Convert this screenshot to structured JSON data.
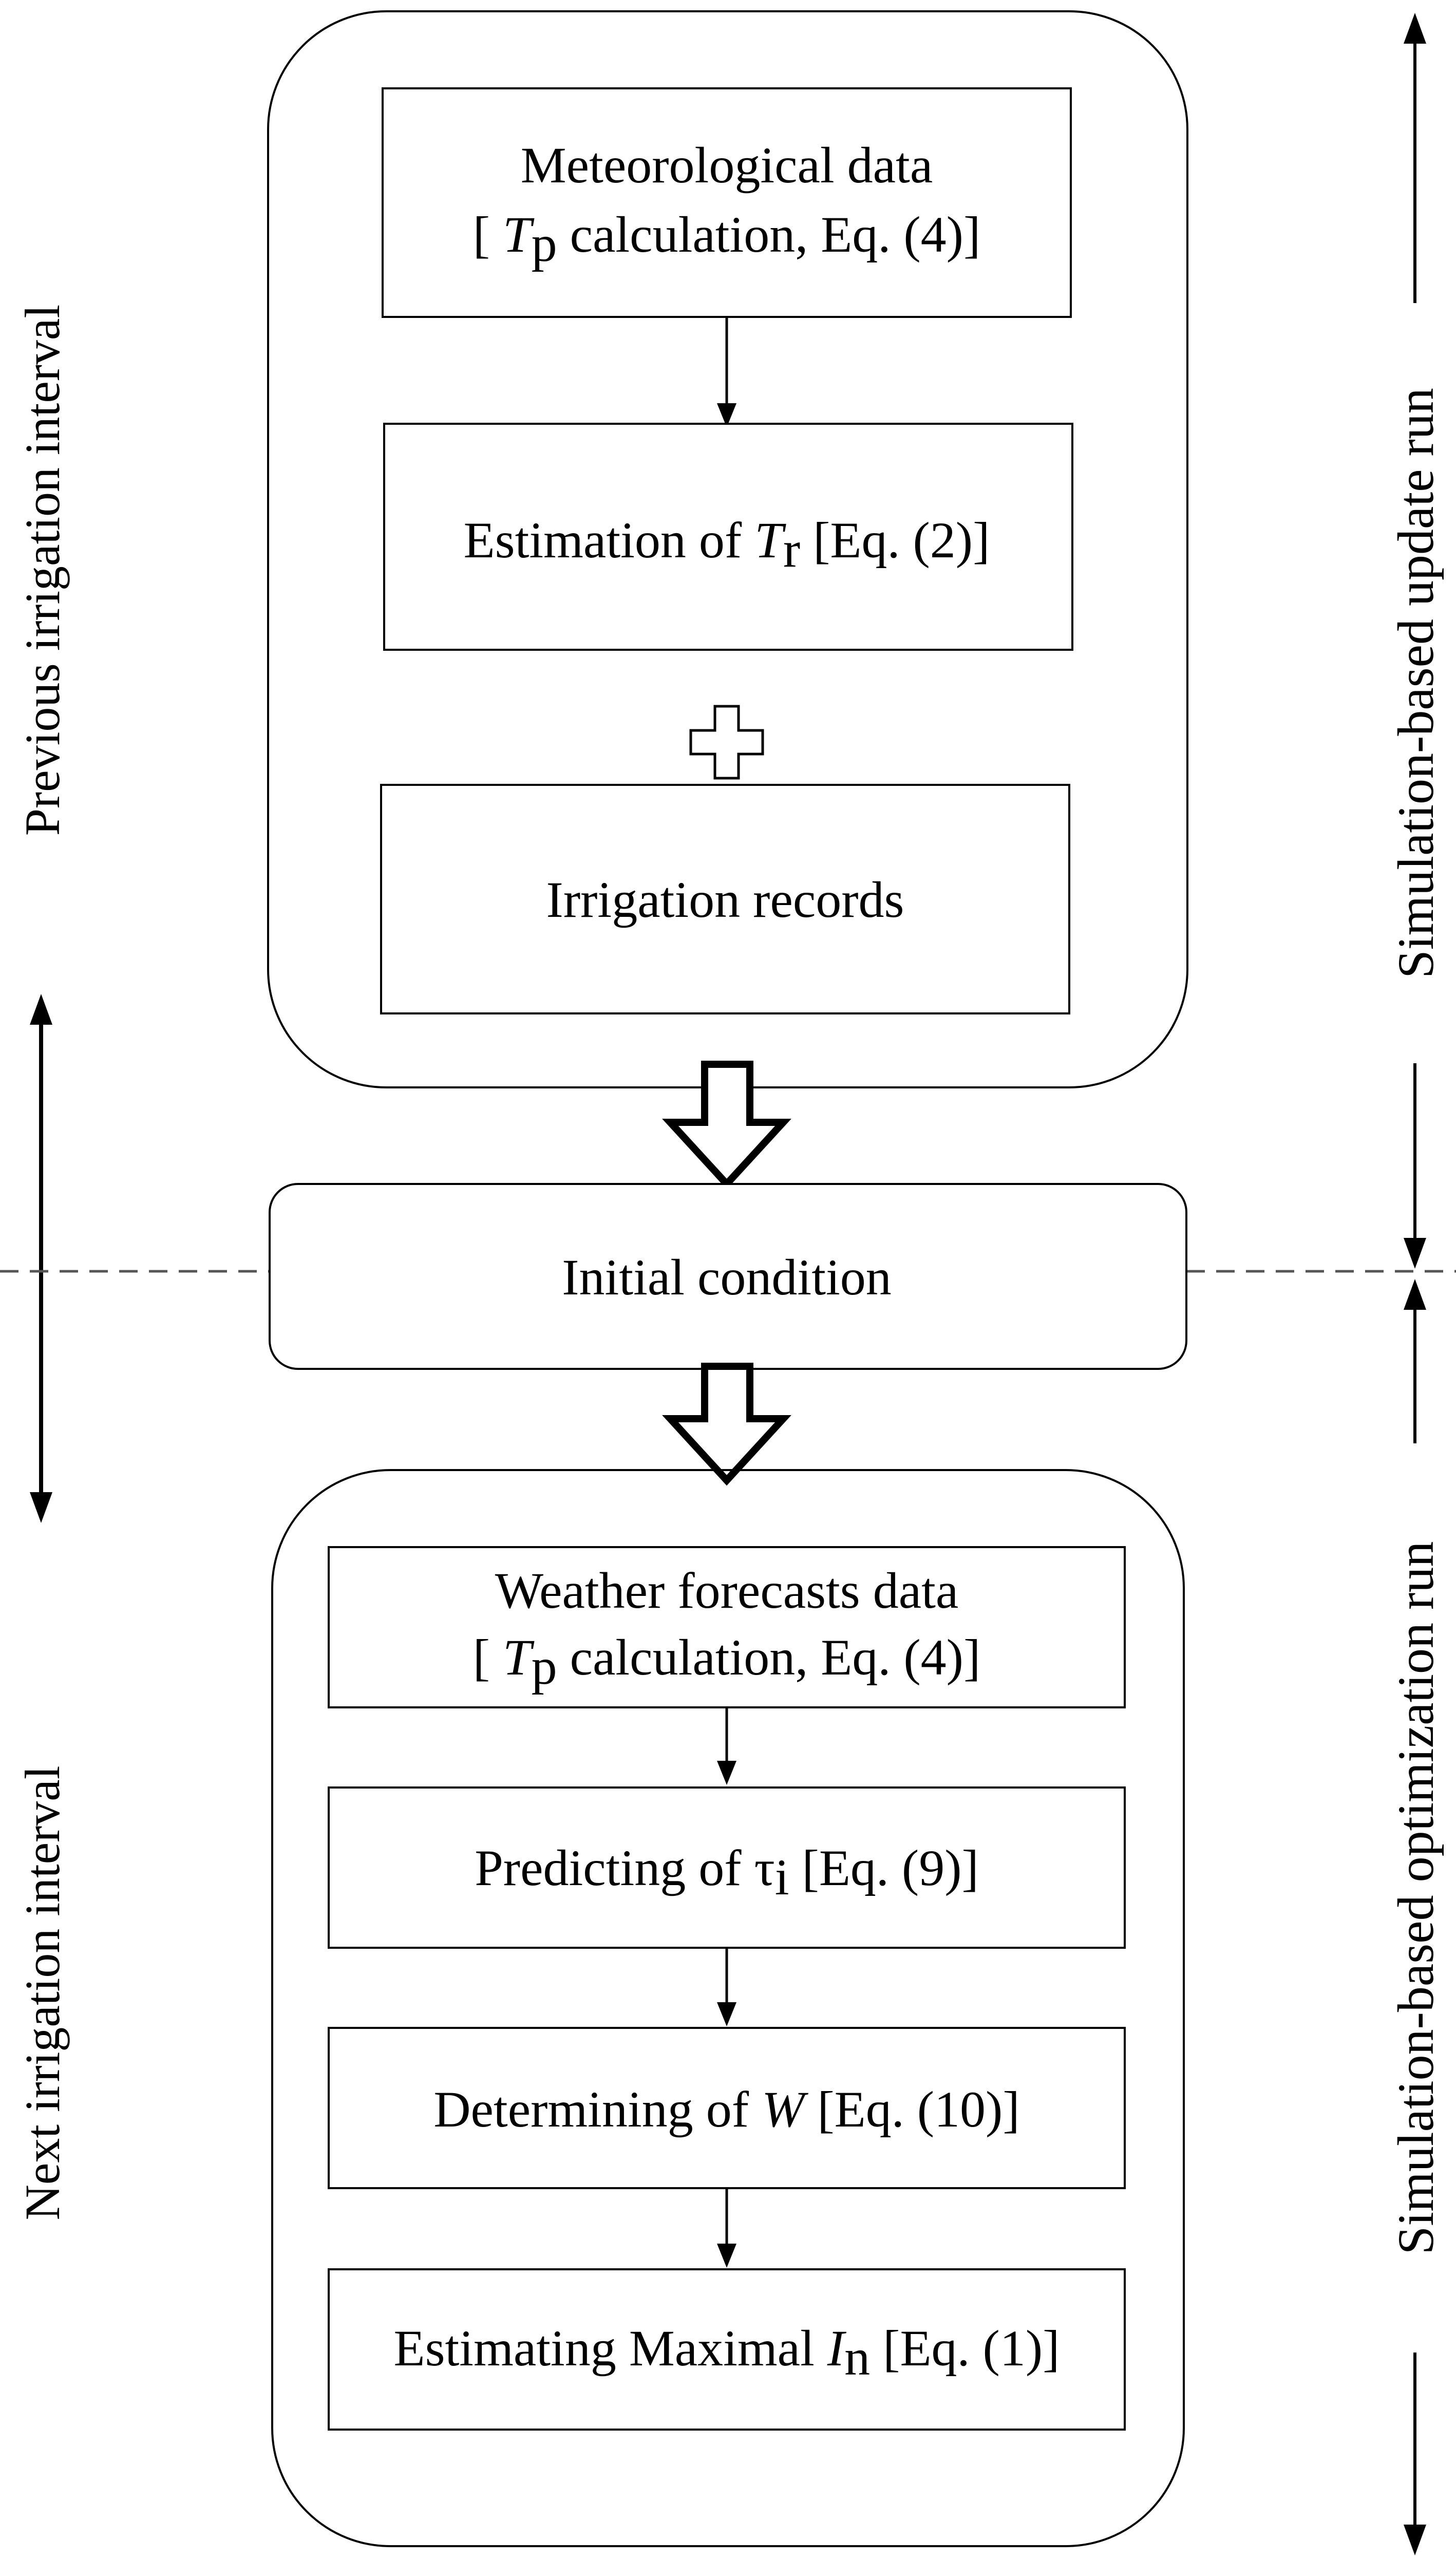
{
  "side_labels": {
    "left_top": "Previous irrigation interval",
    "left_bottom": "Next irrigation interval",
    "right_top": "Simulation-based update run",
    "right_bottom": "Simulation-based optimization run"
  },
  "boxes": {
    "meteorological_line1": "Meteorological data",
    "meteorological_l2_open": "[ ",
    "meteorological_l2_var": "T",
    "meteorological_l2_sub": "p",
    "meteorological_l2_rest": " calculation, Eq. (4)]",
    "estimation_pre": "Estimation of ",
    "estimation_var": "T",
    "estimation_sub": "r",
    "estimation_post": " [Eq. (2)]",
    "irrigation_records": "Irrigation records",
    "initial_condition": "Initial condition",
    "weather_line1": "Weather forecasts data",
    "weather_l2_open": "[ ",
    "weather_l2_var": "T",
    "weather_l2_sub": "p",
    "weather_l2_rest": " calculation, Eq. (4)]",
    "predicting_pre": "Predicting of τ",
    "predicting_sub": "i",
    "predicting_post": " [Eq. (9)]",
    "determining_pre": "Determining of ",
    "determining_var": "W",
    "determining_post": " [Eq. (10)]",
    "estimating_pre": "Estimating Maximal ",
    "estimating_var": "I",
    "estimating_sub": "n",
    "estimating_post": " [Eq. (1)]"
  }
}
